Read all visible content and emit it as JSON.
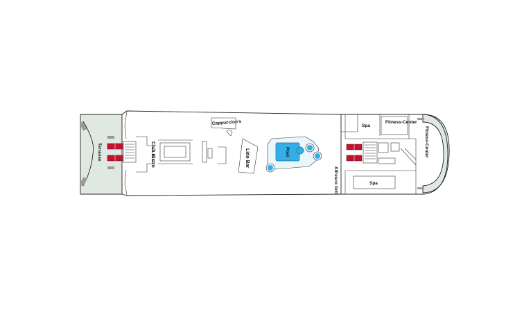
{
  "deck_plan": {
    "colors": {
      "hull_stroke": "#222222",
      "outdoor_area": "#dfe9e1",
      "pool_water": "#33aee6",
      "pool_deck": "#eaf6fc",
      "stairs_elevator": "#c8102e",
      "window_grey": "#9a9a9a"
    },
    "labels": {
      "terrasse": "Terrasse",
      "club_bistro": "Club Bistro",
      "cappuccinos": "Cappuccino's",
      "lido_bar": "Lido Bar",
      "pool": "Pool",
      "alfresco_grill": "Alfresco Grill",
      "spa_top": "Spa",
      "fitness_center_label": "Fitness-Center",
      "fitness_center_bow": "Fitness-Center",
      "spa_bottom": "Spa"
    }
  }
}
